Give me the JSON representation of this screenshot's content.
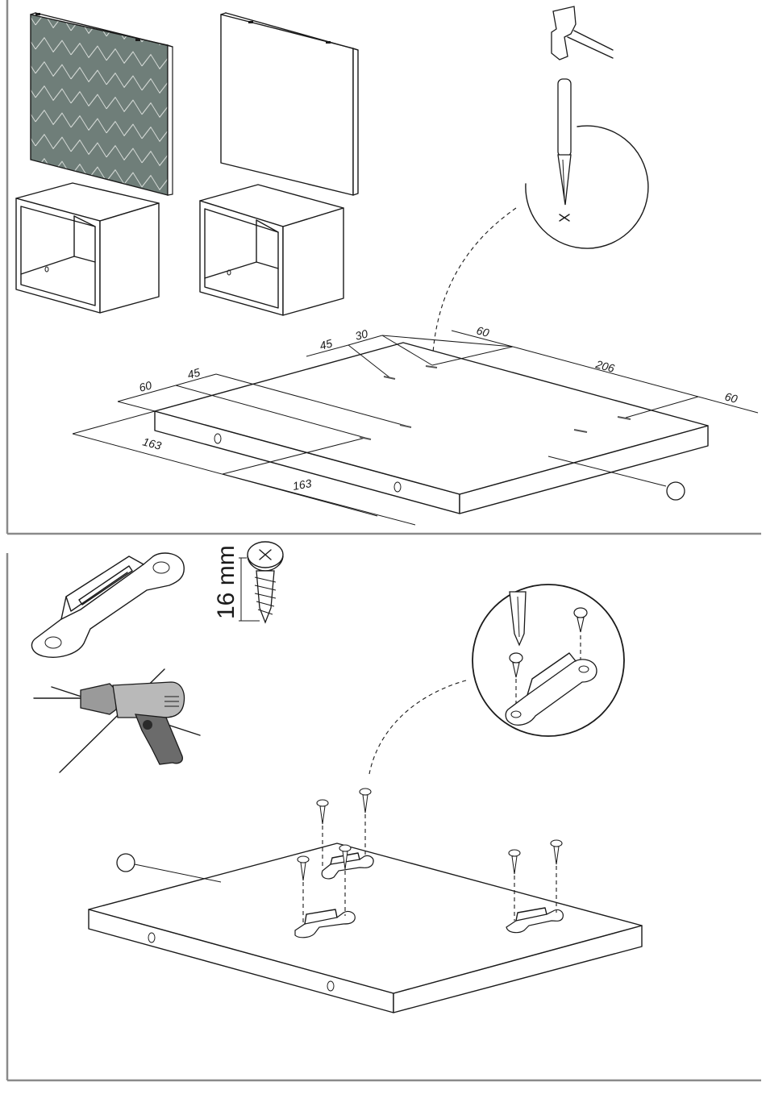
{
  "step1": {
    "dimensions": {
      "d_60_left": "60",
      "d_45_left": "45",
      "d_45_top": "45",
      "d_30_top": "30",
      "d_60_top": "60",
      "d_206": "206",
      "d_60_right": "60",
      "d_163_front": "163",
      "d_163_inner": "163"
    }
  },
  "step2": {
    "screw_length_label": "16 mm"
  },
  "colors": {
    "panel_pattern": "#6f7e79",
    "frame": "#8a8a8a",
    "drill_body": "#b9b9b9",
    "drill_handle": "#6b6b6b"
  },
  "icons": [
    "hammer-icon",
    "nail-awl-icon",
    "bracket-icon",
    "screw-icon",
    "drill-icon",
    "screwdriver-icon"
  ]
}
